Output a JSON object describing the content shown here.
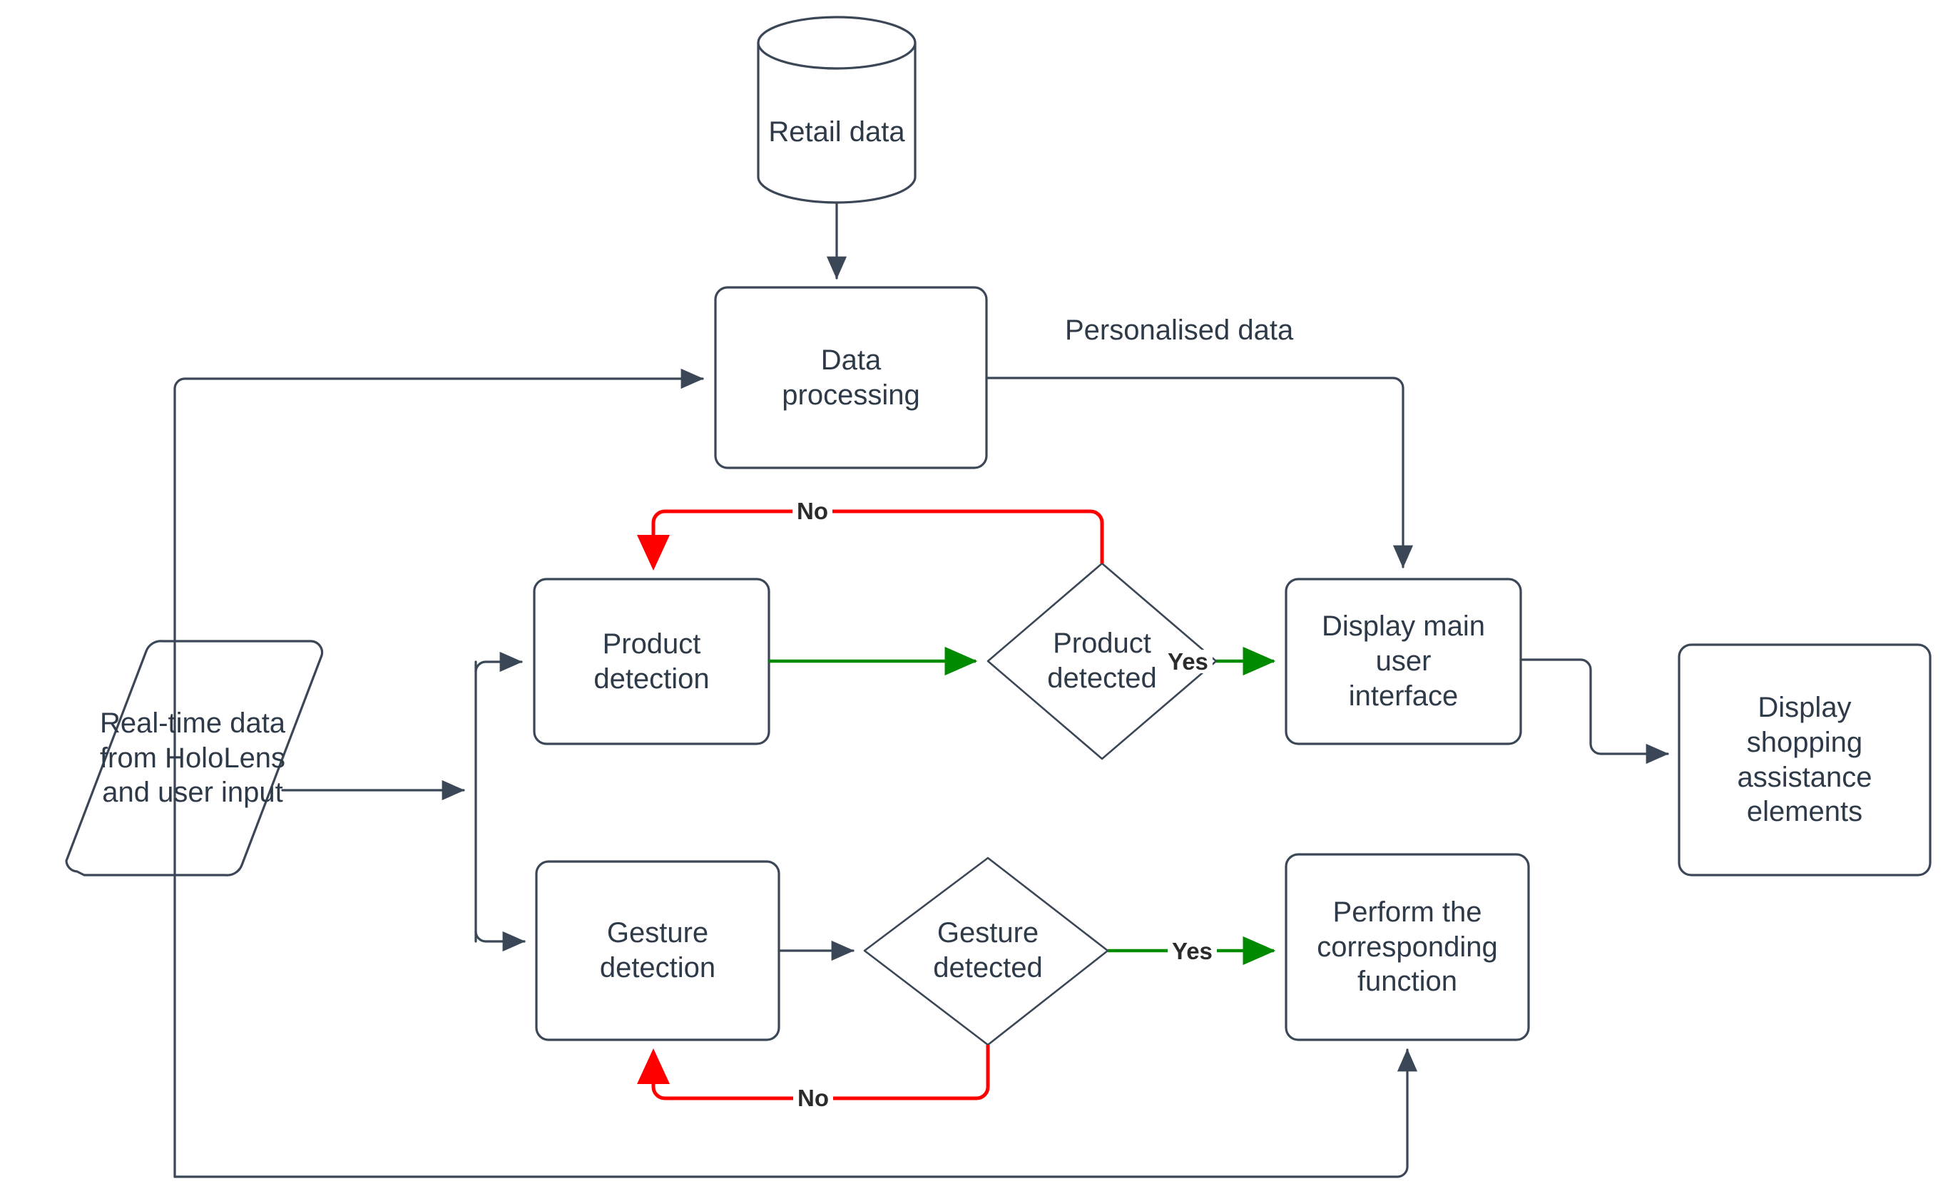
{
  "diagram": {
    "title": "Retail HoloLens shopping assistance flowchart",
    "colors": {
      "stroke": "#3b4756",
      "text": "#2e3a47",
      "yes_branch": "#008a00",
      "no_branch": "#ff0000",
      "background": "#ffffff"
    },
    "nodes": [
      {
        "id": "retail-data",
        "shape": "cylinder",
        "label": "Retail data"
      },
      {
        "id": "data-processing",
        "shape": "rounded-rect",
        "label": "Data\nprocessing"
      },
      {
        "id": "realtime-input",
        "shape": "parallelogram",
        "label": "Real-time data\nfrom HoloLens\nand user input"
      },
      {
        "id": "product-detection",
        "shape": "rounded-rect",
        "label": "Product\ndetection"
      },
      {
        "id": "product-detected",
        "shape": "diamond",
        "label": "Product\ndetected"
      },
      {
        "id": "display-main-ui",
        "shape": "rounded-rect",
        "label": "Display main\nuser\ninterface"
      },
      {
        "id": "display-shopping-assistance",
        "shape": "rounded-rect",
        "label": "Display\nshopping\nassistance\nelements"
      },
      {
        "id": "gesture-detection",
        "shape": "rounded-rect",
        "label": "Gesture\ndetection"
      },
      {
        "id": "gesture-detected",
        "shape": "diamond",
        "label": "Gesture\ndetected"
      },
      {
        "id": "perform-function",
        "shape": "rounded-rect",
        "label": "Perform the\ncorresponding\nfunction"
      }
    ],
    "edge_labels": {
      "personalised_data": "Personalised data",
      "product_no": "No",
      "product_yes": "Yes",
      "gesture_no": "No",
      "gesture_yes": "Yes"
    }
  }
}
